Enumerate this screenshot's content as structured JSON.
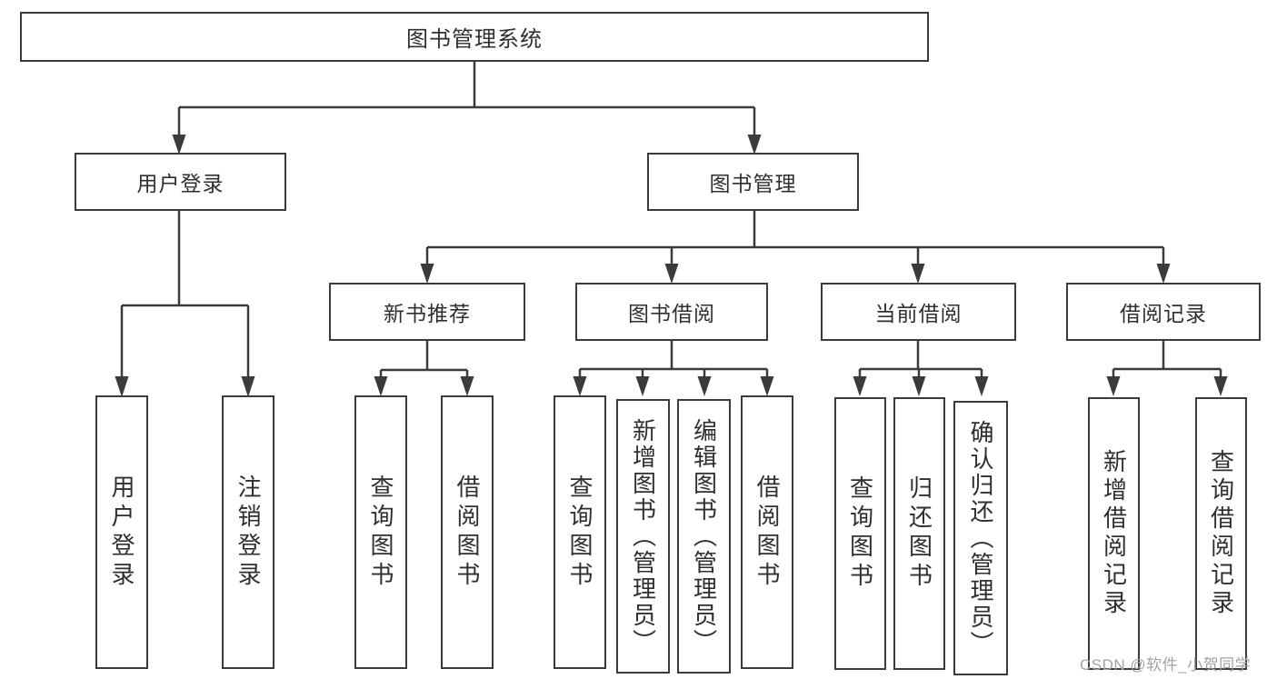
{
  "tree": {
    "root": {
      "label": "图书管理系统"
    },
    "level2": [
      {
        "label": "用户登录",
        "children": [
          {
            "label": "用户登录"
          },
          {
            "label": "注销登录"
          }
        ]
      },
      {
        "label": "图书管理",
        "modules": [
          {
            "label": "新书推荐",
            "children": [
              {
                "label": "查询图书"
              },
              {
                "label": "借阅图书"
              }
            ]
          },
          {
            "label": "图书借阅",
            "children": [
              {
                "label": "查询图书"
              },
              {
                "label": "新增图书（管理员）"
              },
              {
                "label": "编辑图书（管理员）"
              },
              {
                "label": "借阅图书"
              }
            ]
          },
          {
            "label": "当前借阅",
            "children": [
              {
                "label": "查询图书"
              },
              {
                "label": "归还图书"
              },
              {
                "label": "确认归还（管理员）"
              }
            ]
          },
          {
            "label": "借阅记录",
            "children": [
              {
                "label": "新增借阅记录"
              },
              {
                "label": "查询借阅记录"
              }
            ]
          }
        ]
      }
    ]
  },
  "watermark": "CSDN @软件_小贺同学",
  "colors": {
    "line": "#3b3b3b",
    "text": "#2f2f2f",
    "watermark": "#a3a3a3",
    "background": "#ffffff"
  }
}
